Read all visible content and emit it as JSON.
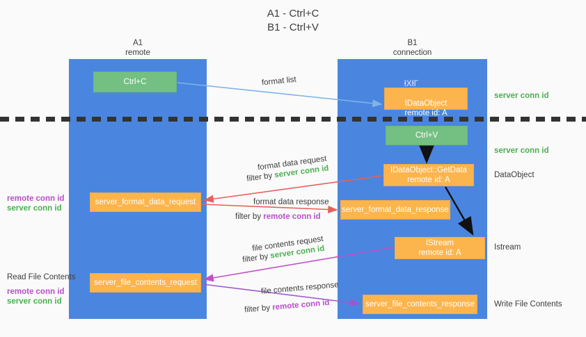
{
  "diagram": {
    "title": "A1 - Ctrl+C\nB1 - Ctrl+V",
    "lanes": [
      {
        "name": "A1",
        "sub": "remote",
        "header": "A1\nremote"
      },
      {
        "name": "B1",
        "sub": "connection",
        "header": "B1\nconnection"
      }
    ],
    "boxes": {
      "ctrl_c": "Ctrl+C",
      "data_object_glitch_main": "IDataObject",
      "data_object_glitch_overlay": "ƗХƗГ",
      "data_object_sub": "remote id: A",
      "ctrl_v": "Ctrl+V",
      "get_data": "IDataObject::GetData",
      "get_data_sub": "remote id: A",
      "server_format_data_request": "server_format_data_request",
      "server_format_data_response": "server_format_data_response",
      "istream": "IStream",
      "istream_sub": "remote id: A",
      "server_file_contents_request": "server_file_contents_request",
      "server_file_contents_response": "server_file_contents_response"
    },
    "edge_labels": {
      "format_list": "format list",
      "format_data_request": "format data request",
      "format_data_filter_prefix": "filter by ",
      "format_data_filter_value": "server conn id",
      "format_data_response": "format data response",
      "format_data_response_filter_prefix": "filter by ",
      "format_data_response_filter_value": "remote conn id",
      "file_contents_request": "file contents request",
      "file_contents_filter_prefix": "filter by ",
      "file_contents_filter_value": "server conn id",
      "file_contents_response": "file contents response",
      "file_contents_response_filter_prefix": "filter by ",
      "file_contents_response_filter_value": "remote conn id"
    },
    "right_labels": {
      "server_conn_id_top": "server conn id",
      "server_conn_id_mid": "server conn id",
      "data_object": "DataObject",
      "istream": "Istream",
      "write_file_contents": "Write File Contents"
    },
    "left_labels": {
      "remote_conn_id_upper": "remote conn id",
      "server_conn_id_upper": "server conn id",
      "read_file_contents": "Read File Contents",
      "remote_conn_id_lower": "remote conn id",
      "server_conn_id_lower": "server conn id"
    },
    "colors": {
      "lane": "#4a86e0",
      "green_box": "#73c082",
      "orange_box": "#fcb44d",
      "green_text": "#4caf50",
      "purple_text": "#b84ec9",
      "background": "#fafafa",
      "arrow_blue": "#7fb3e8",
      "arrow_red": "#e8605a",
      "arrow_magenta": "#c44ec9",
      "arrow_purple": "#9b59d0",
      "arrow_black": "#111111",
      "divider": "#333333"
    }
  }
}
